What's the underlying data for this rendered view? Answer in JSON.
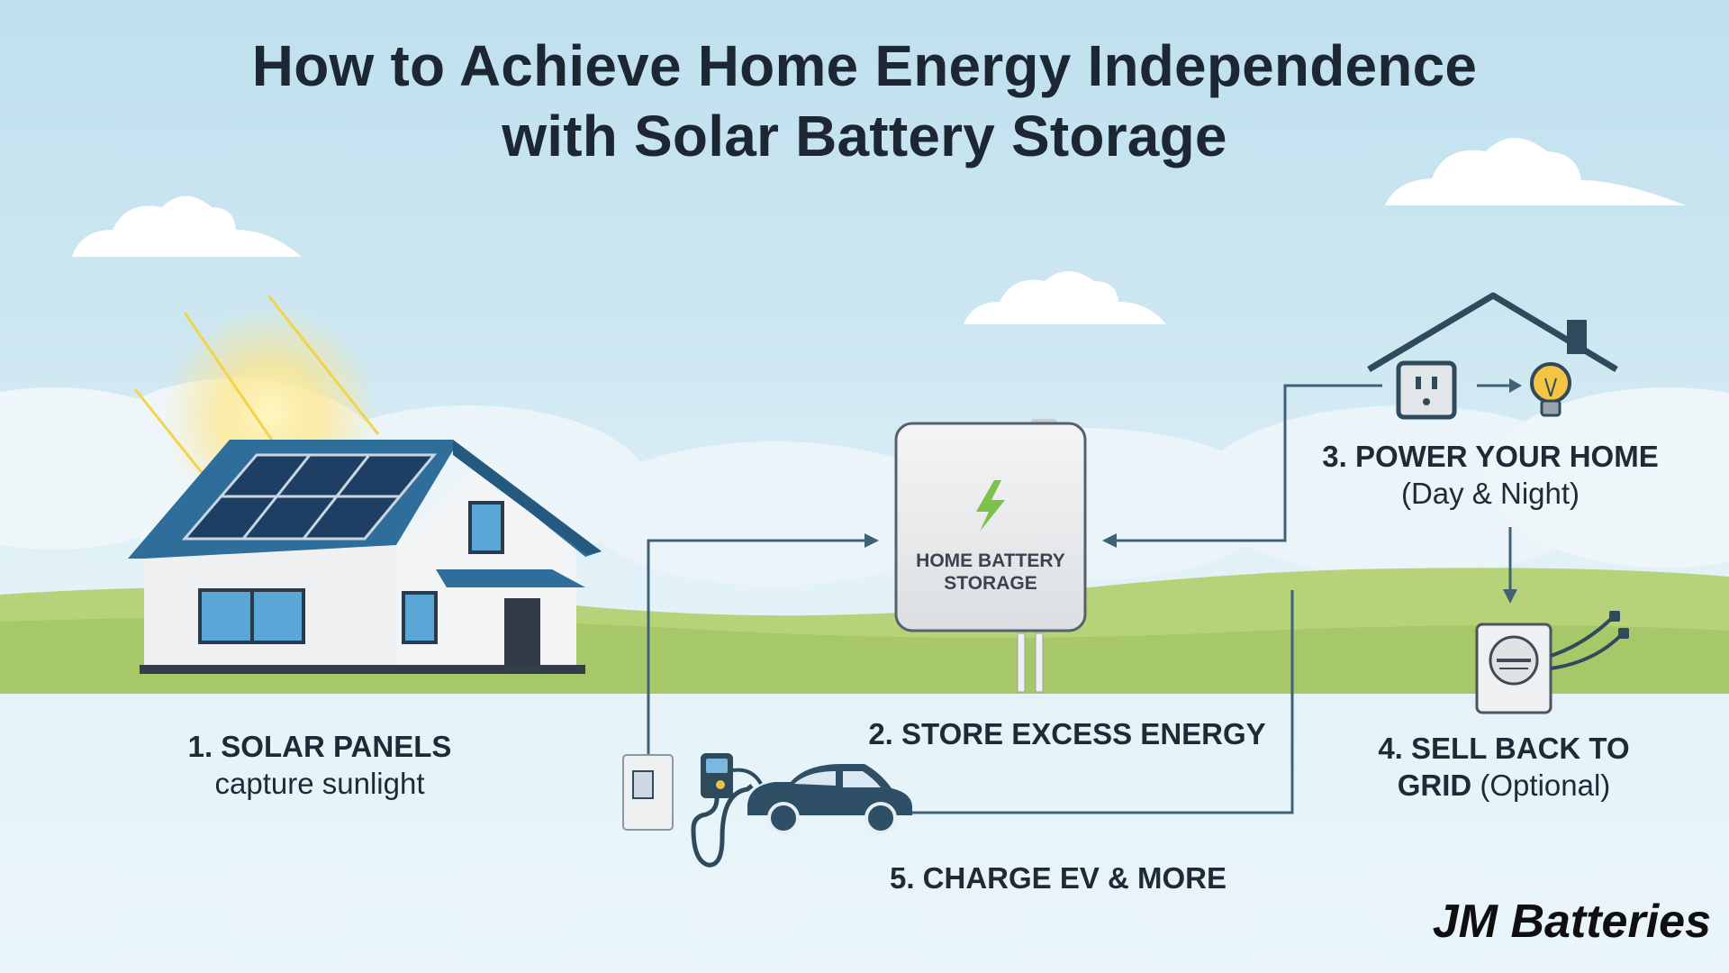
{
  "title": {
    "line1": "How to Achieve Home Energy Independence",
    "line2": "with Solar Battery Storage"
  },
  "steps": [
    {
      "id": 1,
      "heading": "1. SOLAR PANELS",
      "subtext": "capture sunlight"
    },
    {
      "id": 2,
      "heading": "2. STORE EXCESS ENERGY",
      "subtext": ""
    },
    {
      "id": 3,
      "heading": "3. POWER YOUR HOME",
      "subtext": "(Day & Night)"
    },
    {
      "id": 4,
      "heading": "4. SELL BACK TO",
      "heading2": "GRID",
      "subtext": "(Optional)"
    },
    {
      "id": 5,
      "heading": "5. CHARGE EV & MORE",
      "subtext": ""
    }
  ],
  "battery": {
    "line1": "HOME BATTERY",
    "line2": "STORAGE"
  },
  "brand": "JM Batteries",
  "colors": {
    "flow_line": "#3f6277",
    "roof": "#2f6d9a",
    "house_wall": "#eef0f2",
    "grass": "#a9c96a",
    "bolt": "#7cc24a",
    "car": "#2f4f66",
    "house_outline": "#2f4a5c"
  },
  "icons": [
    "sun-icon",
    "solar-panel-icon",
    "lightning-bolt-icon",
    "outlet-icon",
    "light-bulb-icon",
    "electric-meter-icon",
    "ev-charger-icon",
    "car-icon",
    "cloud-icon"
  ]
}
